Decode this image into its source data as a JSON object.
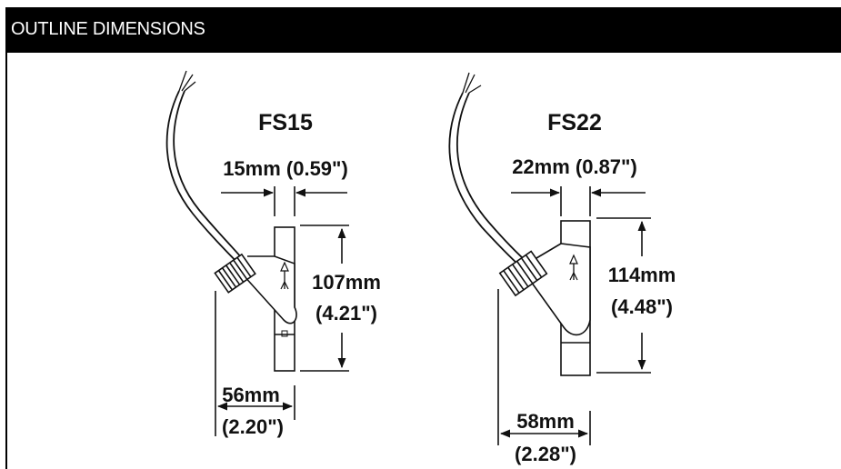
{
  "header": {
    "title": "OUTLINE DIMENSIONS"
  },
  "models": [
    {
      "name": "FS15",
      "width": "15mm (0.59\")",
      "height_mm": "107mm",
      "height_in": "(4.21\")",
      "depth_mm": "56mm",
      "depth_in": "(2.20\")"
    },
    {
      "name": "FS22",
      "width": "22mm (0.87\")",
      "height_mm": "114mm",
      "height_in": "(4.48\")",
      "depth_mm": "58mm",
      "depth_in": "(2.28\")"
    }
  ]
}
